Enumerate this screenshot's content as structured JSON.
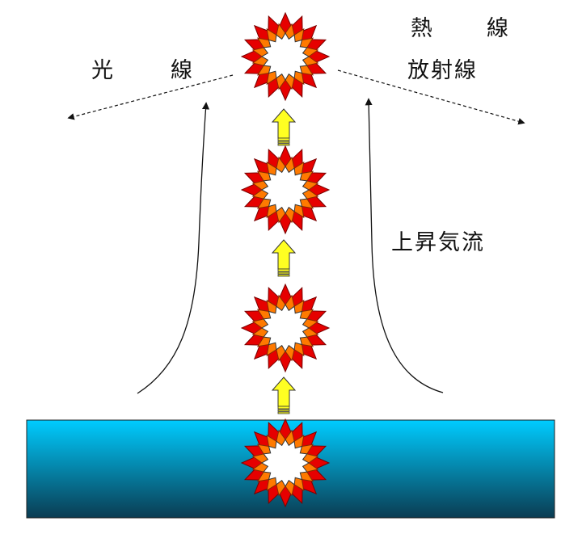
{
  "labels": {
    "light_rays": "光　線",
    "heat_rays_line1": "熱　線",
    "heat_rays_line2": "放射線",
    "updraft": "上昇気流"
  },
  "colors": {
    "water_top": "#00ccff",
    "water_bottom": "#0a3c52",
    "flash_outer": "#e60000",
    "flash_inner": "#ff7a00",
    "flash_core": "#ffffff",
    "arrow_fill": "#ffff22",
    "line": "#111111"
  },
  "icons": {
    "flash": "explosion-burst-icon",
    "rise": "up-arrow-icon"
  }
}
